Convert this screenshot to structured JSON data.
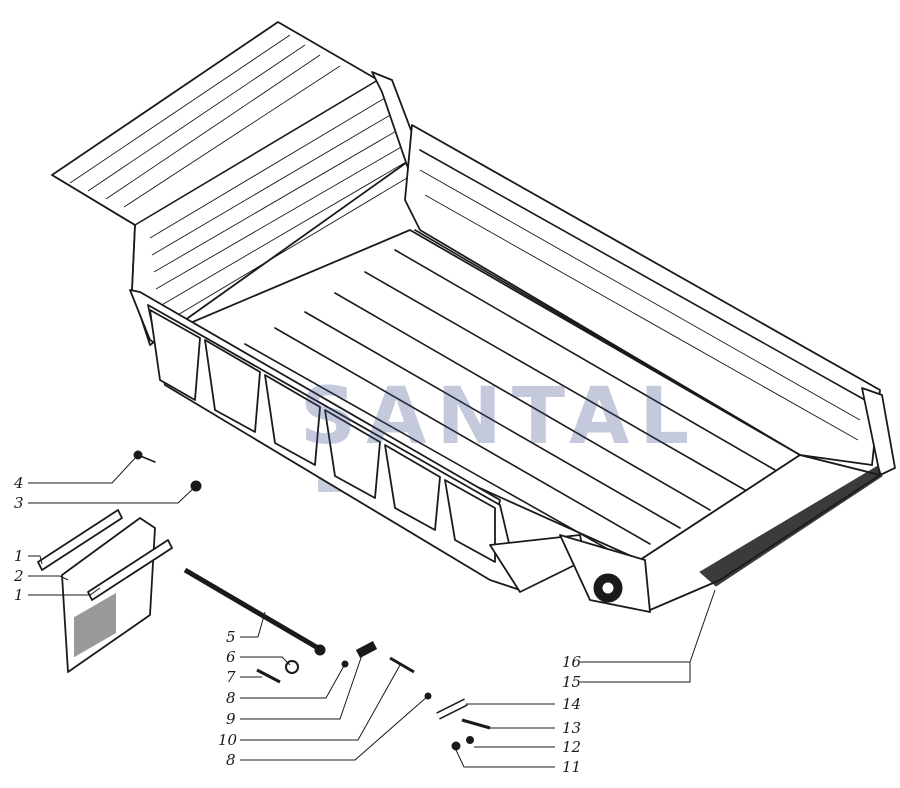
{
  "watermark": {
    "text": "SANTAL",
    "color": "#3c508c"
  },
  "callouts": [
    {
      "id": "c4",
      "number": "4"
    },
    {
      "id": "c3",
      "number": "3"
    },
    {
      "id": "c1a",
      "number": "1"
    },
    {
      "id": "c2",
      "number": "2"
    },
    {
      "id": "c1b",
      "number": "1"
    },
    {
      "id": "c5",
      "number": "5"
    },
    {
      "id": "c6",
      "number": "6"
    },
    {
      "id": "c7",
      "number": "7"
    },
    {
      "id": "c8a",
      "number": "8"
    },
    {
      "id": "c9",
      "number": "9"
    },
    {
      "id": "c10",
      "number": "10"
    },
    {
      "id": "c8b",
      "number": "8"
    },
    {
      "id": "c16",
      "number": "16"
    },
    {
      "id": "c15",
      "number": "15"
    },
    {
      "id": "c14",
      "number": "14"
    },
    {
      "id": "c13",
      "number": "13"
    },
    {
      "id": "c12",
      "number": "12"
    },
    {
      "id": "c11",
      "number": "11"
    }
  ]
}
